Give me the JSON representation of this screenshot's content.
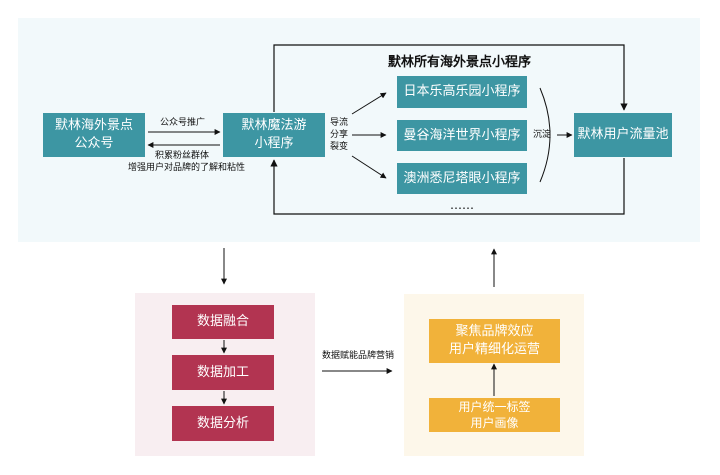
{
  "top": {
    "title": "默林所有海外景点小程序",
    "official_account": [
      "默林海外景点",
      "公众号"
    ],
    "magic_tour": [
      "默林魔法游",
      "小程序"
    ],
    "user_pool": "默林用户流量池",
    "mini_programs": [
      "日本乐高乐园小程序",
      "曼谷海洋世界小程序",
      "澳洲悉尼塔眼小程序"
    ],
    "more": "……",
    "promo_label": "公众号推广",
    "fans_label": [
      "积累粉丝群体",
      "增强用户对品牌的了解和粘性"
    ],
    "fanout_label": [
      "导流",
      "分享",
      "裂变"
    ],
    "sediment_label": "沉淀"
  },
  "left": {
    "steps": [
      "数据融合",
      "数据加工",
      "数据分析"
    ]
  },
  "middle_label": "数据赋能品牌营销",
  "right": {
    "top_box": [
      "聚焦品牌效应",
      "用户精细化运营"
    ],
    "bottom_box": [
      "用户统一标签",
      "用户画像"
    ]
  },
  "colors": {
    "teal": "#3d96a3",
    "crimson": "#b23451",
    "amber": "#f1b23a",
    "top_panel": "#f2f9fb",
    "left_panel": "#f8eef1",
    "right_panel": "#fdf7ea"
  }
}
